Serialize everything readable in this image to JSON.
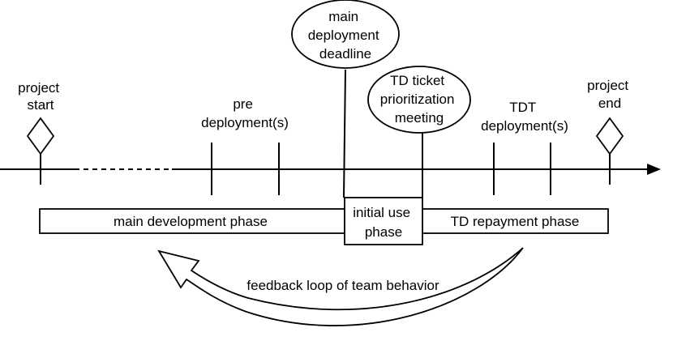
{
  "timeline": {
    "project_start": [
      "project",
      "start"
    ],
    "pre_deployment": [
      "pre",
      "deployment(s)"
    ],
    "main_deadline": [
      "main",
      "deployment",
      "deadline"
    ],
    "td_meeting": [
      "TD ticket",
      "prioritization",
      "meeting"
    ],
    "tdt_deployment": [
      "TDT",
      "deployment(s)"
    ],
    "project_end": [
      "project",
      "end"
    ]
  },
  "phases": {
    "main_development": "main development phase",
    "initial_use": [
      "initial use",
      "phase"
    ],
    "td_repayment": "TD repayment phase"
  },
  "feedback": {
    "label": "feedback loop of team behavior"
  },
  "colors": {
    "stroke": "#000000",
    "fill": "#ffffff",
    "text": "#000000"
  }
}
